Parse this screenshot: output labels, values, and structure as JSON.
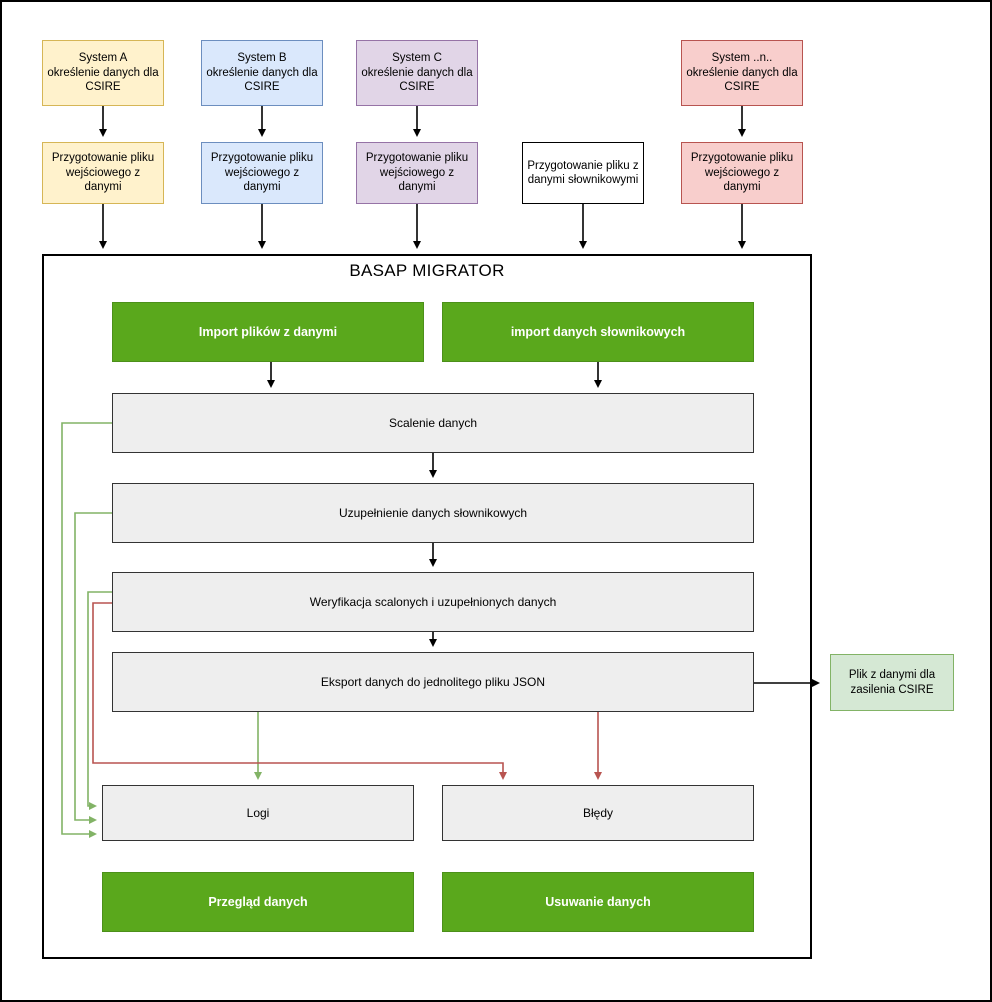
{
  "diagram": {
    "title": "BASAP MIGRATOR",
    "colors": {
      "yellow_fill": "#fff2cc",
      "yellow_stroke": "#d6b656",
      "blue_fill": "#dae8fc",
      "blue_stroke": "#6c8ebf",
      "purple_fill": "#e1d5e7",
      "purple_stroke": "#9673a6",
      "red_fill": "#f8cecc",
      "red_stroke": "#b85450",
      "white_fill": "#ffffff",
      "green_button": "#5aa81c",
      "gray_process": "#eeeeee",
      "output_green_fill": "#d5e8d4",
      "output_green_stroke": "#82b366",
      "arrow_black": "#000000",
      "arrow_green": "#82b366",
      "arrow_red": "#b85450"
    }
  },
  "sources": [
    {
      "id": "system-a",
      "label": "System A\nokreślenie danych dla\nCSIRE",
      "color": "yellow"
    },
    {
      "id": "system-b",
      "label": "System B\nokreślenie danych dla\nCSIRE",
      "color": "blue"
    },
    {
      "id": "system-c",
      "label": "System C\nokreślenie danych dla\nCSIRE",
      "color": "purple"
    },
    {
      "id": "system-n",
      "label": "System ..n..\nokreślenie danych dla\nCSIRE",
      "color": "red"
    }
  ],
  "preparation": [
    {
      "id": "prep-a",
      "label": "Przygotowanie pliku\nwejściowego z\ndanymi",
      "color": "yellow"
    },
    {
      "id": "prep-b",
      "label": "Przygotowanie pliku\nwejściowego z\ndanymi",
      "color": "blue"
    },
    {
      "id": "prep-c",
      "label": "Przygotowanie pliku\nwejściowego z\ndanymi",
      "color": "purple"
    },
    {
      "id": "prep-dict",
      "label": "Przygotowanie pliku z\ndanymi słownikowymi",
      "color": "white"
    },
    {
      "id": "prep-n",
      "label": "Przygotowanie pliku\nwejściowego z\ndanymi",
      "color": "red"
    }
  ],
  "import_buttons": [
    {
      "id": "import-data-files",
      "label": "Import plików z danymi"
    },
    {
      "id": "import-dictionary",
      "label": "import danych słownikowych"
    }
  ],
  "processes": [
    {
      "id": "merge-data",
      "label": "Scalenie danych"
    },
    {
      "id": "complete-dict",
      "label": "Uzupełnienie danych słownikowych"
    },
    {
      "id": "verify-data",
      "label": "Weryfikacja scalonych i uzupełnionych danych"
    },
    {
      "id": "export-json",
      "label": "Eksport danych do jednolitego pliku JSON"
    }
  ],
  "outputs": [
    {
      "id": "logs",
      "label": "Logi"
    },
    {
      "id": "errors",
      "label": "Błędy"
    }
  ],
  "bottom_buttons": [
    {
      "id": "browse-data",
      "label": "Przegląd danych"
    },
    {
      "id": "delete-data",
      "label": "Usuwanie danych"
    }
  ],
  "final_output": {
    "id": "csire-file",
    "label": "Plik z danymi dla\nzasilenia CSIRE"
  }
}
